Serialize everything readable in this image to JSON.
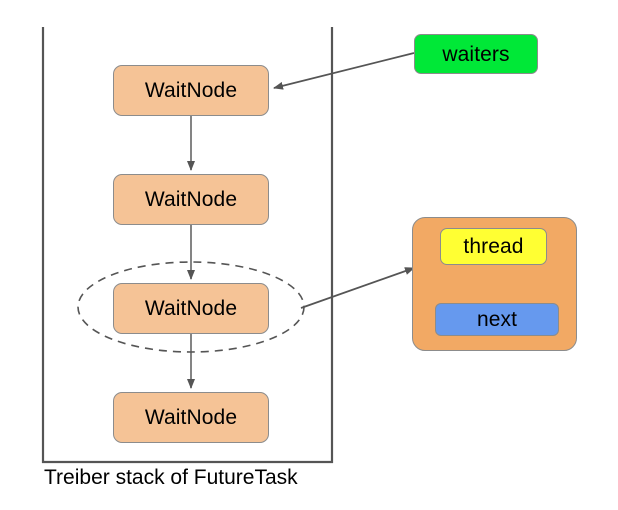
{
  "diagram": {
    "title": "Treiber stack of FutureTask",
    "caption": "Treiber stack of FutureTask",
    "colors": {
      "waitnode_fill": "#f5c396",
      "waiters_fill": "#00e837",
      "detail_fill": "#f2a964",
      "thread_fill": "#ffff33",
      "next_fill": "#6699ee",
      "stroke": "#8c8c8c",
      "arrow": "#555555",
      "background": "#ffffff"
    },
    "stack": {
      "label": "Treiber stack of FutureTask",
      "nodes": [
        {
          "label": "WaitNode"
        },
        {
          "label": "WaitNode"
        },
        {
          "label": "WaitNode"
        },
        {
          "label": "WaitNode"
        }
      ]
    },
    "pointer": {
      "label": "waiters"
    },
    "detail": {
      "highlighted_node_index": 2,
      "fields": [
        {
          "label": "thread"
        },
        {
          "label": "next"
        }
      ]
    },
    "annotations": {
      "highlight_shape": "dashed-ellipse",
      "divider_style": "dashed"
    }
  }
}
